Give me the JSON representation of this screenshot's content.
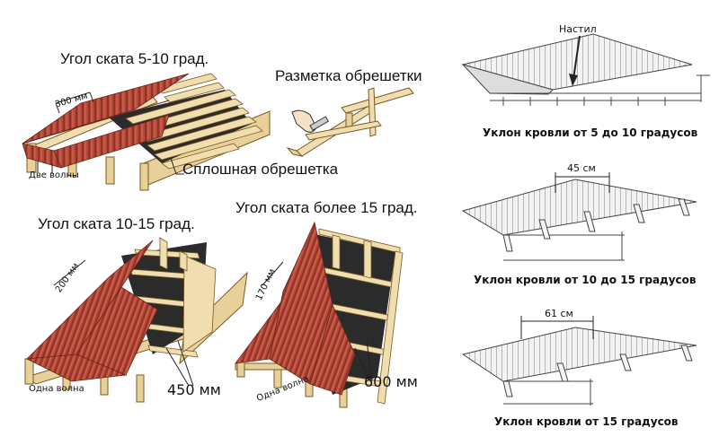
{
  "left": {
    "panel1": {
      "title": "Угол ската 5-10 град.",
      "overlap": "300 мм",
      "waves": "Две волны",
      "solid_battens": "Сплошная обрешетка"
    },
    "marking": {
      "title": "Разметка обрешетки"
    },
    "panel2": {
      "title": "Угол ската 10-15 град.",
      "overlap": "200 мм",
      "waves": "Одна волна",
      "spacing": "450 мм"
    },
    "panel3": {
      "title": "Угол ската более 15 град.",
      "overlap": "170 мм",
      "waves": "Одна волна",
      "spacing": "600 мм"
    }
  },
  "right": {
    "diagram1": {
      "label": "Настил",
      "caption": "Уклон кровли от 5 до 10 градусов"
    },
    "diagram2": {
      "spacing": "45 см",
      "caption": "Уклон кровли от 10 до 15 градусов"
    },
    "diagram3": {
      "spacing": "61 см",
      "caption": "Уклон кровли от 15 градусов"
    }
  },
  "colors": {
    "sheet": "#b84a3a",
    "sheet_dark": "#8e3326",
    "timber": "#f0deb0",
    "timber_edge": "#7a5a22",
    "membrane": "#2b2b2b",
    "line_art": "#222222"
  }
}
